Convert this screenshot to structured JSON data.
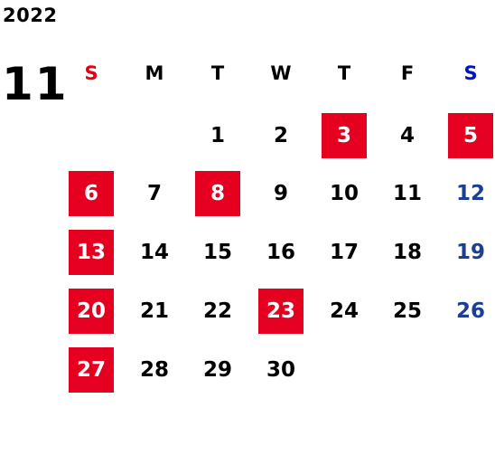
{
  "calendar": {
    "year": "2022",
    "month": "11",
    "weekdays": [
      {
        "label": "S",
        "type": "sun"
      },
      {
        "label": "M",
        "type": "weekday"
      },
      {
        "label": "T",
        "type": "weekday"
      },
      {
        "label": "W",
        "type": "weekday"
      },
      {
        "label": "T",
        "type": "weekday"
      },
      {
        "label": "F",
        "type": "weekday"
      },
      {
        "label": "S",
        "type": "sat"
      }
    ],
    "weeks": [
      [
        {
          "day": "",
          "holiday": false
        },
        {
          "day": "",
          "holiday": false
        },
        {
          "day": "1",
          "holiday": false
        },
        {
          "day": "2",
          "holiday": false
        },
        {
          "day": "3",
          "holiday": true
        },
        {
          "day": "4",
          "holiday": false
        },
        {
          "day": "5",
          "holiday": true
        }
      ],
      [
        {
          "day": "6",
          "holiday": true
        },
        {
          "day": "7",
          "holiday": false
        },
        {
          "day": "8",
          "holiday": true
        },
        {
          "day": "9",
          "holiday": false
        },
        {
          "day": "10",
          "holiday": false
        },
        {
          "day": "11",
          "holiday": false
        },
        {
          "day": "12",
          "holiday": false
        }
      ],
      [
        {
          "day": "13",
          "holiday": true
        },
        {
          "day": "14",
          "holiday": false
        },
        {
          "day": "15",
          "holiday": false
        },
        {
          "day": "16",
          "holiday": false
        },
        {
          "day": "17",
          "holiday": false
        },
        {
          "day": "18",
          "holiday": false
        },
        {
          "day": "19",
          "holiday": false
        }
      ],
      [
        {
          "day": "20",
          "holiday": true
        },
        {
          "day": "21",
          "holiday": false
        },
        {
          "day": "22",
          "holiday": false
        },
        {
          "day": "23",
          "holiday": true
        },
        {
          "day": "24",
          "holiday": false
        },
        {
          "day": "25",
          "holiday": false
        },
        {
          "day": "26",
          "holiday": false
        }
      ],
      [
        {
          "day": "27",
          "holiday": true
        },
        {
          "day": "28",
          "holiday": false
        },
        {
          "day": "29",
          "holiday": false
        },
        {
          "day": "30",
          "holiday": false
        },
        {
          "day": "",
          "holiday": false
        },
        {
          "day": "",
          "holiday": false
        },
        {
          "day": "",
          "holiday": false
        }
      ]
    ],
    "colors": {
      "holiday_bg": "#e60020",
      "sunday_header": "#e60012",
      "saturday_header": "#0014c8",
      "saturday_day": "#1c3f94",
      "text": "#000000"
    }
  }
}
